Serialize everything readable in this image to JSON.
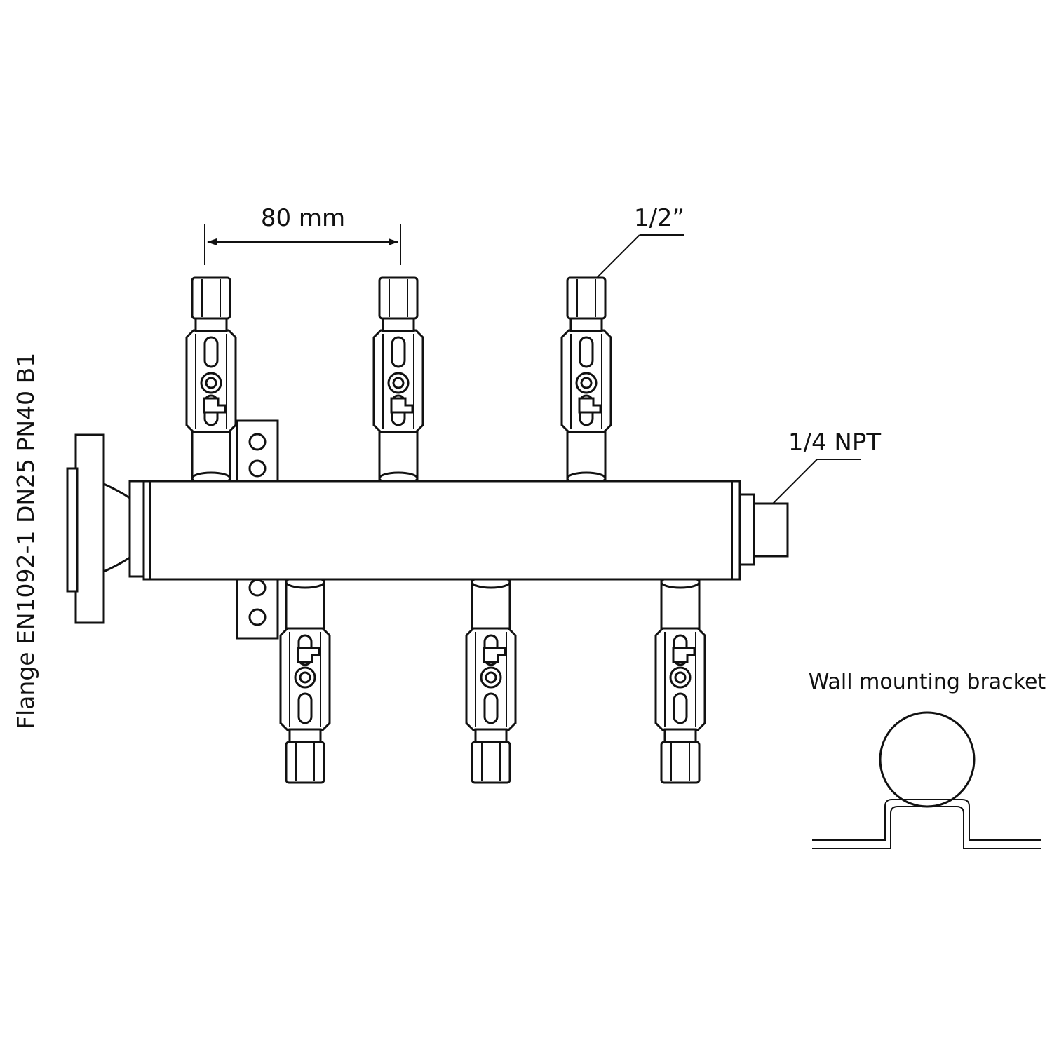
{
  "labels": {
    "spacing": "80 mm",
    "outlet_size": "1/2”",
    "end_port": "1/4 NPT",
    "flange": "Flange EN1092-1 DN25 PN40 B1",
    "bracket": "Wall mounting bracket"
  },
  "colors": {
    "line": "#111111",
    "background": "#ffffff"
  }
}
